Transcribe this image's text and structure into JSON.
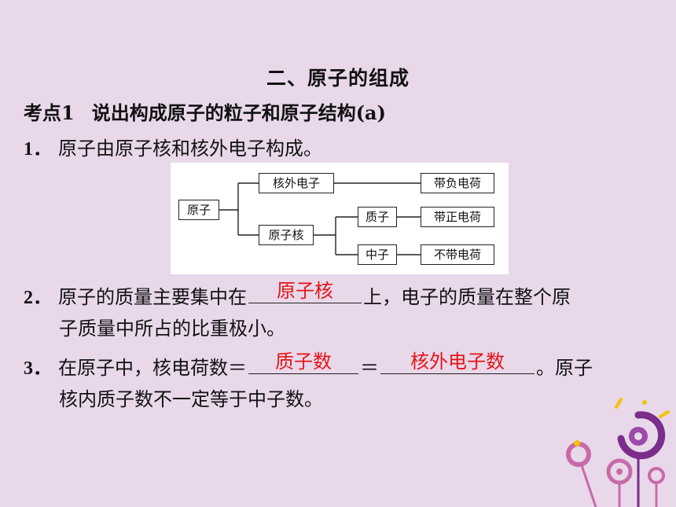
{
  "section_title": "二、原子的组成",
  "kaodian": {
    "label": "考点1",
    "text": "说出构成原子的粒子和原子结构(a)"
  },
  "items": [
    {
      "num": "1．",
      "text": "原子由原子核和核外电子构成。"
    },
    {
      "num": "2．",
      "before": "原子的质量主要集中在",
      "answer": "原子核",
      "after": "上，电子的质量在整个原",
      "line2": "子质量中所占的比重极小。"
    },
    {
      "num": "3．",
      "before": "在原子中，核电荷数＝",
      "answer1": "质子数",
      "middle": "＝",
      "answer2": "核外电子数",
      "after": "。原子",
      "line2": "核内质子数不一定等于中子数。"
    }
  ],
  "diagram": {
    "atom": "原子",
    "electron": "核外电子",
    "nucleus": "原子核",
    "proton": "质子",
    "neutron": "中子",
    "negative": "带负电荷",
    "positive": "带正电荷",
    "neutral": "不带电荷"
  },
  "colors": {
    "background": "#e8d8ea",
    "answer": "#e41515",
    "decor_purple": "#7b2d8b",
    "decor_pink": "#c86aa8",
    "decor_yellow": "#f2c300"
  }
}
